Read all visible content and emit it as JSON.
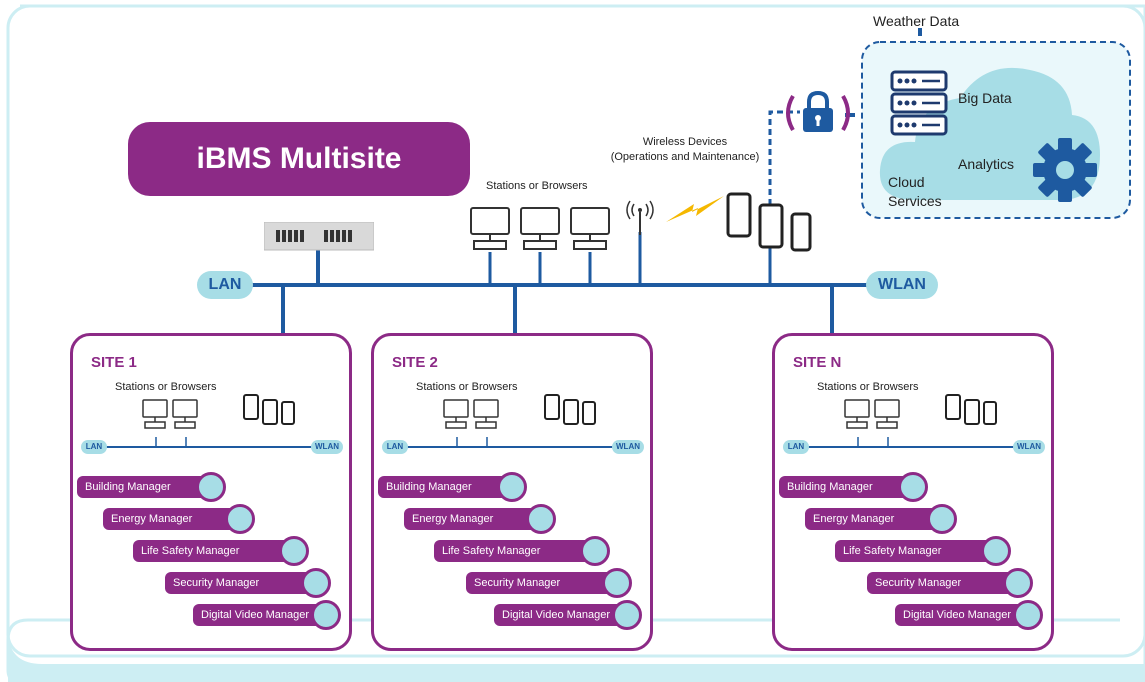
{
  "title": "iBMS Multisite",
  "network": {
    "lan_label": "LAN",
    "wlan_label": "WLAN",
    "stations_label": "Stations or Browsers",
    "wireless_label_line1": "Wireless Devices",
    "wireless_label_line2": "(Operations and Maintenance)"
  },
  "cloud": {
    "weather_label": "Weather Data",
    "big_data_label": "Big Data",
    "analytics_label": "Analytics",
    "cloud_services_line1": "Cloud",
    "cloud_services_line2": "Services"
  },
  "sites": [
    {
      "name": "SITE 1"
    },
    {
      "name": "SITE 2"
    },
    {
      "name": "SITE N"
    }
  ],
  "site_common": {
    "stations_label": "Stations or Browsers",
    "lan_label": "LAN",
    "wlan_label": "WLAN",
    "managers": [
      {
        "label": "Building Manager",
        "icon": "building-manager-icon"
      },
      {
        "label": "Energy Manager",
        "icon": "energy-meter-icon"
      },
      {
        "label": "Life Safety Manager",
        "icon": "flame-icon"
      },
      {
        "label": "Security Manager",
        "icon": "security-door-icon"
      },
      {
        "label": "Digital Video Manager",
        "icon": "video-camera-icon"
      }
    ]
  },
  "colors": {
    "purple": "#8c2a86",
    "light_blue": "#a7dde6",
    "line_blue": "#1e5aa0",
    "frame_light": "#cdeef3"
  }
}
